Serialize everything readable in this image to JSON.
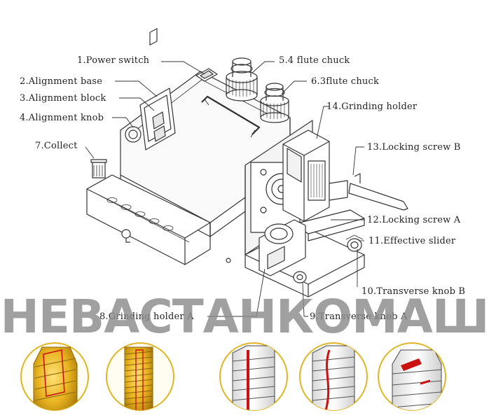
{
  "labels": {
    "l1": "1.Power switch",
    "l2": "2.Alignment base",
    "l3": "3.Alignment block",
    "l4": "4.Alignment knob",
    "l5": "5.4 flute chuck",
    "l6": "6.3flute chuck",
    "l7": "7.Collect",
    "l8": "8.Grinding holder A",
    "l9": "9.Transverse knob A",
    "l10": "10.Transverse knob B",
    "l11": "11.Effective slider",
    "l12": "12.Locking screw A",
    "l13": "13.Locking screw B",
    "l14": "14.Grinding holder"
  },
  "watermark": {
    "text": "НЕВАСТАНКОМАШ",
    "color": "#8c8c8c"
  },
  "colors": {
    "line": "#333333",
    "gold": "#e8b420",
    "gold_dark": "#b8860b",
    "highlight_red": "#cc1111"
  },
  "thumbnails": [
    {
      "icon": "tap-gold-flank-icon"
    },
    {
      "icon": "tap-gold-thread-icon"
    },
    {
      "icon": "tap-red-flute-icon"
    },
    {
      "icon": "tap-red-spiral-icon"
    },
    {
      "icon": "tap-red-end-icon"
    }
  ]
}
